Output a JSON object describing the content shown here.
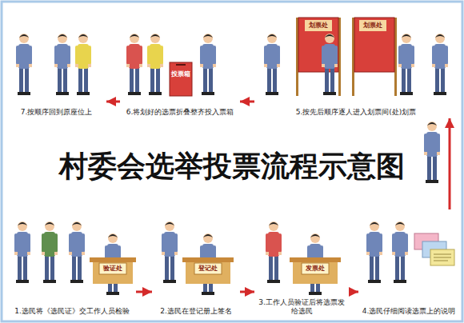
{
  "diagram": {
    "title": "村委会选举投票流程示意图",
    "nodes": [
      {
        "text": [
          "1.选民将《选民证》交工作人员检验"
        ]
      },
      {
        "text": [
          "2.选民在登记册上签名"
        ]
      },
      {
        "text": [
          "3.工作人员验证后将选票发给选民"
        ]
      },
      {
        "text": [
          "4.选民仔细阅读选票上的说明"
        ]
      },
      {
        "text": [
          "5.按先后顺序逐人进入划票间(处)划票"
        ]
      },
      {
        "text": [
          "6.将划好的选票折叠整齐投入票箱"
        ]
      },
      {
        "text": [
          "7.按顺序回到原座位上"
        ]
      }
    ],
    "edges": [
      {
        "from": 0,
        "to": 1,
        "arrow": "to"
      },
      {
        "from": 1,
        "to": 2,
        "arrow": "to"
      },
      {
        "from": 2,
        "to": 3,
        "arrow": "to"
      },
      {
        "from": 3,
        "to": 4,
        "arrow": "to"
      },
      {
        "from": 4,
        "to": 5,
        "arrow": "to"
      },
      {
        "from": 5,
        "to": 6,
        "arrow": "to"
      }
    ],
    "labels": [
      "验证处",
      "登记处",
      "发票处",
      "划票处",
      "划票处",
      "投票箱"
    ]
  }
}
